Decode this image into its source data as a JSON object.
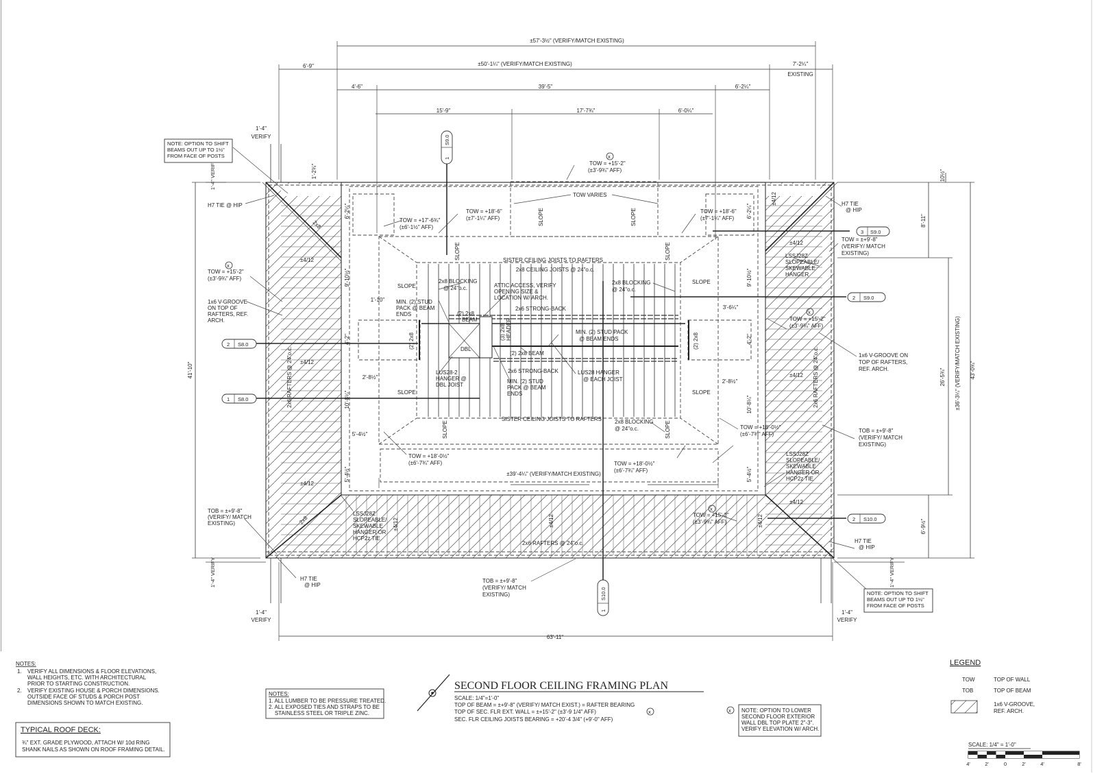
{
  "dims": {
    "top1": "±57'-3½\" (VERIFY/MATCH EXISTING)",
    "top2": "±50'-1¼\" (VERIFY/MATCH EXISTING)",
    "top_left": "6'-9\"",
    "top_right": "7'-2¼\"",
    "existing": "EXISTING",
    "row3_a": "4'-6\"",
    "row3_b": "39'-5\"",
    "row3_c": "6'-2¼\"",
    "row4_a": "15'-9\"",
    "row4_b": "17'-7¾\"",
    "row4_c": "6'-0¼\"",
    "verify_1_4_tl": "1'-4\"",
    "verify_tl": "VERIFY",
    "d_2_7_4": "1'-2¾\"",
    "left_total": "41'-10\"",
    "bottom_total": "63'-11\"",
    "right_total": "43'-0¾\"",
    "right_36": "±36'-3¼\" (VERIFY/MATCH EXISTING)",
    "right_26": "26'-5¾\"",
    "right_8_11": "8'-11\"",
    "right_10_5": "10½\"",
    "right_6_9": "6'-9½\"",
    "d_6_2_l": "6'-2¼\"",
    "d_6_2_r": "6'-2¼\"",
    "d_9_10_l": "9'-10½\"",
    "d_9_10_r": "9'-10½\"",
    "d_1_10": "1'-10\"",
    "d_4_2_l": "4'-2\"",
    "d_4_2_r": "4'-2\"",
    "d_2_8_l": "2'-8½\"",
    "d_2_8_r": "2'-8½\"",
    "d_10_8_l": "10'-8¼\"",
    "d_10_8_r": "10'-8¼\"",
    "d_5_4_l": "5'-4½\"",
    "d_5_4_ll": "5'-4½\"",
    "d_5_4_r": "5'-4½\"",
    "d_3_6": "3'-6¼\"",
    "d_39_4": "±39'-4¼\" (VERIFY/MATCH EXISTING)",
    "verify_bl_1": "1'-4\"",
    "verify_bl_2": "VERIFY",
    "verify_br_1": "1'-4\"",
    "verify_br_2": "VERIFY",
    "verify_lv": "1'-4\" VERIFY",
    "verify_rv": "1'-4\" VERIFY"
  },
  "labels": {
    "note_tl": [
      "NOTE: OPTION TO SHIFT",
      "BEAMS OUT UP TO 1½\"",
      "FROM FACE OF POSTS"
    ],
    "note_br": [
      "NOTE: OPTION TO SHIFT",
      "BEAMS OUT UP TO 1½\"",
      "FROM FACE OF POSTS"
    ],
    "h7_tl": "H7 TIE @ HIP",
    "h7_tr": [
      "H7 TIE",
      "@ HIP"
    ],
    "h7_bl": [
      "H7 TIE",
      "@ HIP"
    ],
    "h7_br": [
      "H7 TIE",
      "@ HIP"
    ],
    "tow_left": [
      "TOW = +15'-2\"",
      "(±3'-9¾\" AFF)"
    ],
    "groove_left": [
      "1x6 V-GROOVE",
      "ON TOP OF",
      "RAFTERS, REF.",
      "ARCH."
    ],
    "tob_left": [
      "TOB = ±+9'-8\"",
      "(VERIFY/ MATCH",
      "EXISTING)"
    ],
    "lssj_left": [
      "LSSJ28Z",
      "SLOPEABLE/",
      "SKEWABLE",
      "HANGER OR",
      "HCP2z TIE"
    ],
    "tow_top": [
      "TOW = +15'-2\"",
      "(±3'-9¾\" AFF)"
    ],
    "tow_varies": "TOW VARIES",
    "tow_1": [
      "TOW = +17'-6¾\"",
      "(±6'-1½\" AFF)"
    ],
    "tow_2": [
      "TOW = +18'-6\"",
      "(±7'-1¼\" AFF)"
    ],
    "tow_3": [
      "TOW = +18'-6\"",
      "(±7'-1¼\" AFF)"
    ],
    "lssj_right_top": [
      "LSSJ28Z",
      "SLOPEABLE/",
      "SKEWABLE",
      "HANGER"
    ],
    "tow_right_top": [
      "TOW = ±+9'-8\"",
      "(VERIFY/ MATCH",
      "EXISTING)"
    ],
    "tow_right_mid": [
      "TOW = +15'-2\"",
      "(±3'-9¾\" AFF)"
    ],
    "groove_right": [
      "1x6 V-GROOVE ON",
      "TOP OF RAFTERS,",
      "REF. ARCH."
    ],
    "tob_right": [
      "TOB = ±+9'-8\"",
      "(VERIFY/ MATCH",
      "EXISTING)"
    ],
    "lssj_right_bot": [
      "LSSJ28Z",
      "SLOPEABLE/",
      "SKEWABLE",
      "HANGER OR",
      "HCP2z TIE"
    ],
    "tow_right_bot": [
      "TOW = +15'-2\"",
      "(±3'-9¾\" AFF)"
    ],
    "tow_r_in": [
      "TOW = +18'-0½\"",
      "(±6'-7¾\" AFF)"
    ],
    "tow_l_in": [
      "TOW = +18'-0½\"",
      "(±6'-7¾\" AFF)"
    ],
    "tow_b_in": [
      "TOW = +18'-0½\"",
      "(±6'-7¾\" AFF)"
    ],
    "tob_bottom": [
      "TOB = ±+9'-8\"",
      "(VERIFY/ MATCH",
      "EXISTING)"
    ],
    "sister_top": "SISTER CEILING JOISTS TO RAFTERS",
    "ceiling_joists": "2x8 CEILING JOISTS @ 24\"o.c.",
    "sister_bot": "SISTER CEILING JOISTS TO RAFTERS",
    "blocking_l": [
      "2x8 BLOCKING",
      "@ 24\"o.c."
    ],
    "blocking_r": [
      "2x8 BLOCKING",
      "@ 24\"o.c."
    ],
    "blocking_b": [
      "2x8 BLOCKING",
      "@ 24\"o.c."
    ],
    "attic": [
      "ATTIC ACCESS, VERIFY",
      "OPENING SIZE &",
      "LOCATION W/ ARCH."
    ],
    "strongback_top": "2x6 STRONG-BACK",
    "strongback_bot": "2x6 STRONG-BACK",
    "min_stud_1": [
      "MIN. (2) STUD",
      "PACK @ BEAM",
      "ENDS"
    ],
    "two_2x8_beam": [
      "(2) 2x8",
      "BEAM"
    ],
    "header": [
      "(3) 2x8",
      "HEADER"
    ],
    "min_stud_2": [
      "MIN. (2) STUD PACK",
      "@ BEAM ENDS"
    ],
    "beam_mid": "(2) 2x8 BEAM",
    "lus28_2": [
      "LUS28-2",
      "HANGER @",
      "DBL JOIST"
    ],
    "min_stud_3": [
      "MIN. (2) STUD",
      "PACK @ BEAM",
      "ENDS"
    ],
    "lus28": [
      "LUS28 HANGER",
      "@ EACH JOIST"
    ],
    "slope": "SLOPE",
    "dbl": "DBL",
    "two_2x8": "(2) 2x8",
    "rafters_left": "2x6 RAFTERS @ 24\"o.c.",
    "rafters_right": "2x6 RAFTERS @ 24\"o.c.",
    "rafters_bottom": "2x6 RAFTERS @ 24\"o.c.",
    "pitch": "±4/12",
    "two_x8_hip": "2x8"
  },
  "tags": {
    "s9_top": [
      "1",
      "S9.0"
    ],
    "s9_3": [
      "3",
      "S9.0"
    ],
    "s9_2": [
      "2",
      "S9.0"
    ],
    "s8_2": [
      "2",
      "S8.0"
    ],
    "s8_1": [
      "1",
      "S8.0"
    ],
    "s10_2": [
      "2",
      "S10.0"
    ],
    "s10_1": [
      "1",
      "S10.0"
    ]
  },
  "notes": {
    "heading": "NOTES:",
    "items": [
      [
        "1.",
        "VERIFY ALL DIMENSIONS & FLOOR ELEVATIONS,",
        "WALL HEIGHTS, ETC. WITH ARCHITECTURAL",
        "PRIOR TO STARTING CONSTRUCTION."
      ],
      [
        "2.",
        "VERIFY EXISTING HOUSE & PORCH DIMENSIONS.",
        "OUTSIDE FACE OF STUDS & PORCH POST",
        "DIMENSIONS SHOWN TO MATCH EXISTING."
      ]
    ]
  },
  "roof_deck": {
    "title": "TYPICAL ROOF DECK:",
    "lines": [
      "¾\" EXT. GRADE PLYWOOD, ATTACH W/ 10d RING",
      "SHANK NAILS AS SHOWN ON ROOF FRAMING DETAIL."
    ]
  },
  "notes2": {
    "heading": "NOTES:",
    "lines": [
      "1. ALL LUMBER TO BE PRESSURE TREATED.",
      "2. ALL EXPOSED TIES AND STRAPS TO BE",
      "    STAINLESS STEEL OR TRIPLE ZINC."
    ]
  },
  "title": {
    "main": "SECOND FLOOR CEILING FRAMING PLAN",
    "lines": [
      "SCALE: 1/4\"=1'-0\"",
      "TOP OF BEAM = ±+9'-8\" (VERIFY/ MATCH EXIST.) = RAFTER BEARING",
      "TOP OF SEC. FLR EXT. WALL = ±+15'-2\" (±3'-9 1/4\" AFF)",
      "SEC. FLR CEILING JOISTS BEARING = +20'-4 3/4\" (+9'-0\" AFF)"
    ]
  },
  "note_lower": [
    "NOTE: OPTION TO LOWER",
    "SECOND FLOOR EXTERIOR",
    "WALL DBL TOP PLATE 2\"-3\".",
    "VERIFY ELEVATION W/ ARCH."
  ],
  "legend": {
    "title": "LEGEND",
    "rows": [
      [
        "TOW",
        "TOP OF WALL"
      ],
      [
        "TOB",
        "TOP OF BEAM"
      ]
    ],
    "hatch_label": [
      "1x6 V-GROOVE,",
      "REF. ARCH."
    ]
  },
  "scale": {
    "label": "SCALE:  1/4\" = 1'-0\"",
    "ticks": [
      "4'",
      "2'",
      "0",
      "2'",
      "4'",
      "8'"
    ]
  }
}
